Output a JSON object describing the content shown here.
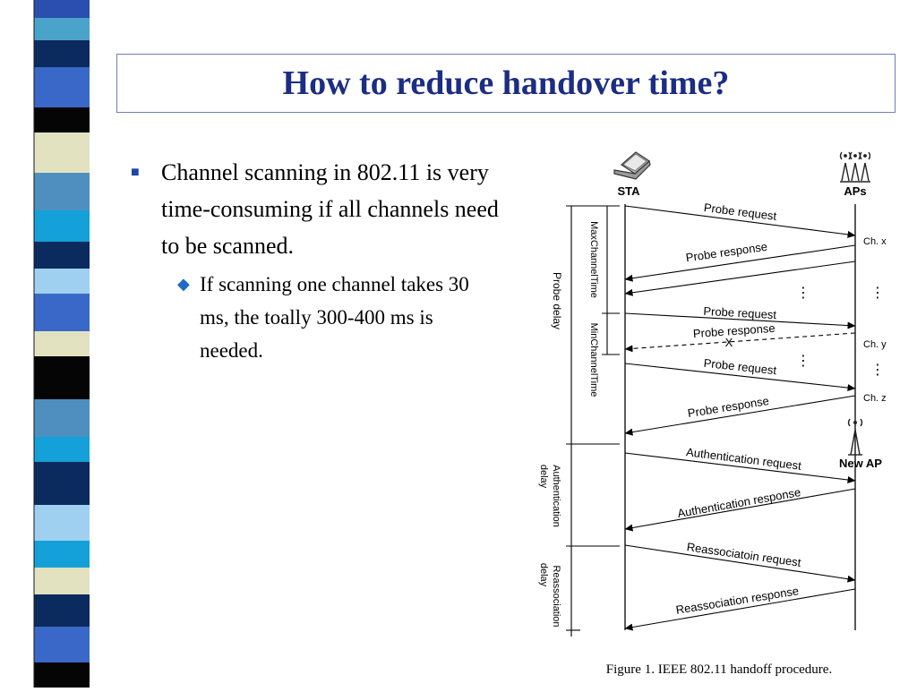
{
  "slide": {
    "title": "How to reduce handover time?",
    "bullet1": "Channel scanning in 802.11 is very time-consuming if all channels need to be scanned.",
    "bullet2": "If scanning one channel takes 30 ms, the toally 300-400 ms is needed.",
    "bullet1_marker": "■",
    "bullet2_marker": "◆"
  },
  "figure": {
    "caption": "Figure 1. IEEE 802.11 handoff procedure.",
    "sta_label": "STA",
    "aps_label": "APs",
    "new_ap_label": "New AP",
    "ch_x": "Ch. x",
    "ch_y": "Ch. y",
    "ch_z": "Ch. z",
    "probe_delay": "Probe delay",
    "max_channel_time": "MaxChannelTime",
    "min_channel_time": "MinChannelTime",
    "auth_delay_1": "Authentication",
    "auth_delay_2": "delay",
    "reassoc_delay_1": "Reassociation",
    "reassoc_delay_2": "delay",
    "probe_request": "Probe request",
    "probe_response": "Probe response",
    "lost_marker": "X",
    "ellipsis": "⋮",
    "auth_request": "Authentication request",
    "auth_response": "Authentication response",
    "reassoc_request": "Reassociatoin request",
    "reassoc_response": "Reassociation response"
  },
  "colors": {
    "title": "#1c2d83",
    "bullet1_marker": "#1f45a8",
    "bullet2_marker": "#1f6ac4",
    "title_border": "#6d7fb6"
  }
}
